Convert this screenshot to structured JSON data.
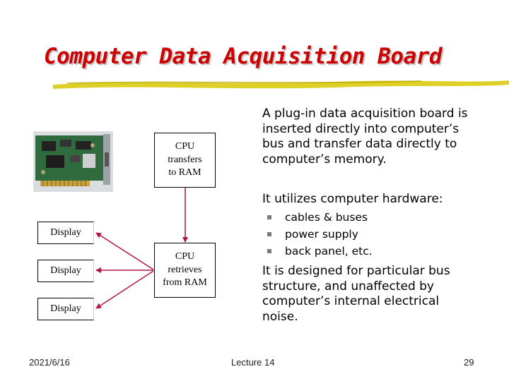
{
  "slide": {
    "title": "Computer Data Acquisition Board"
  },
  "diagram": {
    "box_top": [
      "CPU",
      "transfers",
      "to RAM"
    ],
    "box_bottom": [
      "CPU",
      "retrieves",
      "from RAM"
    ],
    "displays": [
      "Display",
      "Display",
      "Display"
    ]
  },
  "content": {
    "para1": "A plug-in data acquisition board is inserted directly into computer’s bus and transfer data directly to computer’s memory.",
    "para2": "It utilizes computer hardware:",
    "bullets": [
      "cables & buses",
      "power supply",
      "back panel, etc."
    ],
    "para3": "It is designed for particular bus structure, and unaffected by computer’s internal electrical noise."
  },
  "footer": {
    "date": "2021/6/16",
    "center": "Lecture 14",
    "page": "29"
  },
  "colors": {
    "title": "#cc0000",
    "underline": "#d8c800",
    "arrow": "#b0154a",
    "pcb": "#2f6b3c"
  }
}
